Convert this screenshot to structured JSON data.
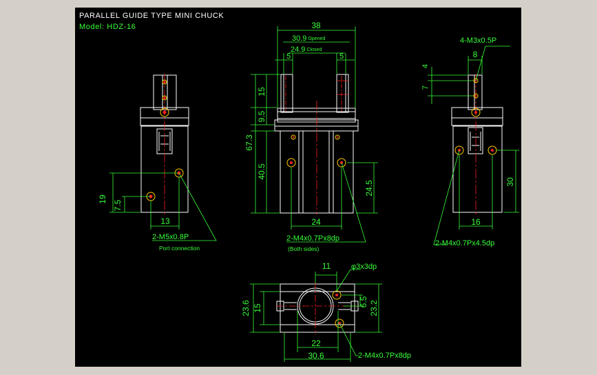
{
  "header": {
    "title": "PARALLEL GUIDE TYPE MINI CHUCK",
    "model": "Model: HDZ-16"
  },
  "front_view": {
    "dim_overall_width": "38",
    "dim_opened": "30.9",
    "dim_opened_label": "Opened",
    "dim_closed": "24.9",
    "dim_closed_label": "Closed",
    "dim_jaw_left": "5",
    "dim_jaw_right": "5",
    "dim_15": "15",
    "dim_9_5": "9.5",
    "dim_67_3": "67.3",
    "dim_40_5": "40.5",
    "dim_24_5": "24.5",
    "dim_24": "24",
    "callout": "2-M4x0.7Px8dp",
    "callout_note": "(Both sides)"
  },
  "left_view": {
    "dim_19": "19",
    "dim_7_5": "7.5",
    "dim_13": "13",
    "callout": "2-M5x0.8P",
    "callout_note": "Port connection"
  },
  "right_view": {
    "callout_top": "4-M3x0.5P",
    "dim_8": "8",
    "dim_4": "4",
    "dim_7": "7",
    "dim_30": "30",
    "dim_16": "16",
    "callout": "2-M4x0.7Px4.5dp"
  },
  "bottom_view": {
    "dim_11": "11",
    "hole": "φ3x3dp",
    "dim_23_6": "23.6",
    "dim_15": "15",
    "dim_6_5": "6.5",
    "dim_23_2": "23.2",
    "dim_22": "22",
    "dim_30_6": "30.6",
    "callout": "2-M4x0.7Px8dp"
  },
  "colors": {
    "background": "#000000",
    "frame": "#d4d0c8",
    "dimension": "#39ff39",
    "outline": "#ffffff",
    "centerline": "#ff2020",
    "hole": "#ffcc00"
  }
}
